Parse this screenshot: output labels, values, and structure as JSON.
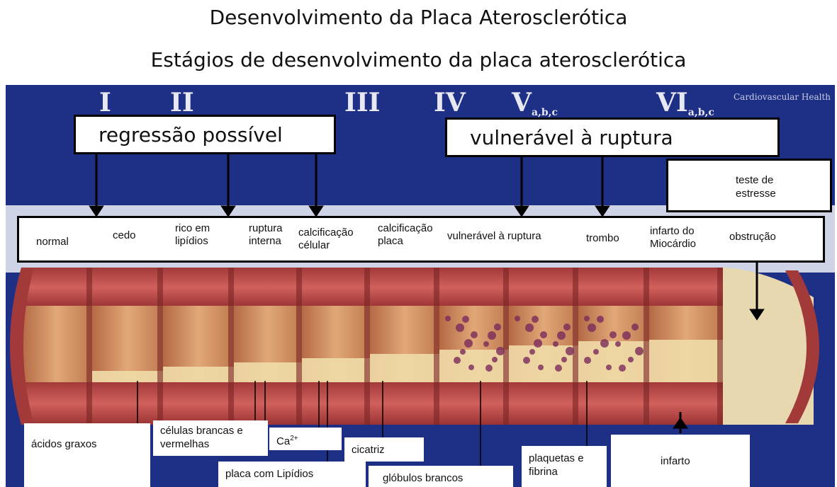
{
  "title": "Desenvolvimento da Placa Aterosclerótica",
  "subtitle": "Estágios de desenvolvimento da placa aterosclerótica",
  "brand": "Cardiovascular Health",
  "stages_roman": [
    {
      "num": "I",
      "sub": ""
    },
    {
      "num": "II",
      "sub": ""
    },
    {
      "num": "III",
      "sub": ""
    },
    {
      "num": "IV",
      "sub": ""
    },
    {
      "num": "V",
      "sub": "a,b,c"
    },
    {
      "num": "VI",
      "sub": "a,b,c"
    }
  ],
  "groups": {
    "regression": "regressão possível",
    "vulnerable": "vulnerável à ruptura"
  },
  "stress_test": "teste de estresse",
  "stage_labels": [
    "normal",
    "cedo",
    "rico em lipídios",
    "ruptura interna",
    "calcificação célular",
    "calcificação placa",
    "vulnerável à ruptura",
    "trombo",
    "infarto do Miocárdio",
    "obstrução"
  ],
  "bottom_labels": {
    "fatty_acids": "ácidos graxos",
    "blood_cells": "células brancas e vermelhas",
    "calcium": "Ca",
    "calcium_sup": "2+",
    "scar": "cicatriz",
    "lipid_plaque": "placa com Lipídios",
    "white_cells": "glóbulos brancos",
    "platelets": "plaquetas e fibrina",
    "infarct": "infarto"
  },
  "colors": {
    "panel": "#1e2f86",
    "artery_wall": "#c0504f",
    "artery_inner": "#d89a6a",
    "plaque": "#f0dca8"
  }
}
